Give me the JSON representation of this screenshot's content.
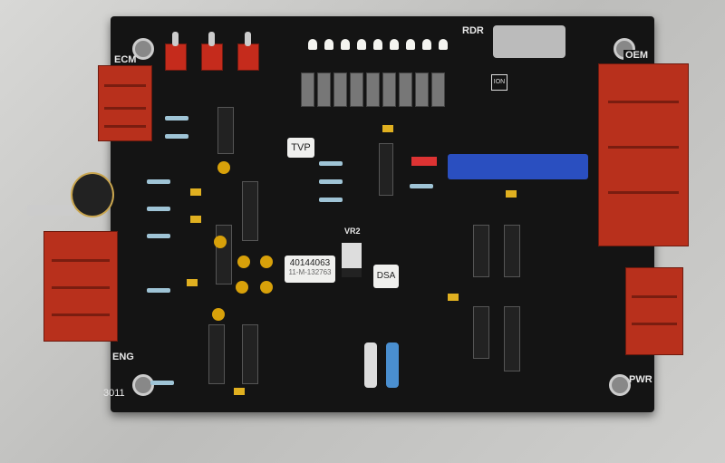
{
  "board_labels": {
    "ecm": "ECM",
    "rdr": "RDR",
    "oem": "OEM",
    "eng": "ENG",
    "pwr": "PWR",
    "tvp": "TVP",
    "vr2": "VR2",
    "dsa": "DSA",
    "code": "3011",
    "sticker_line1": "40144063",
    "sticker_line2": "11-M-132763",
    "logo": "ION"
  },
  "colors": {
    "board": "#141414",
    "connector": "#b8301c",
    "trimmer": "#2a4fc0"
  }
}
